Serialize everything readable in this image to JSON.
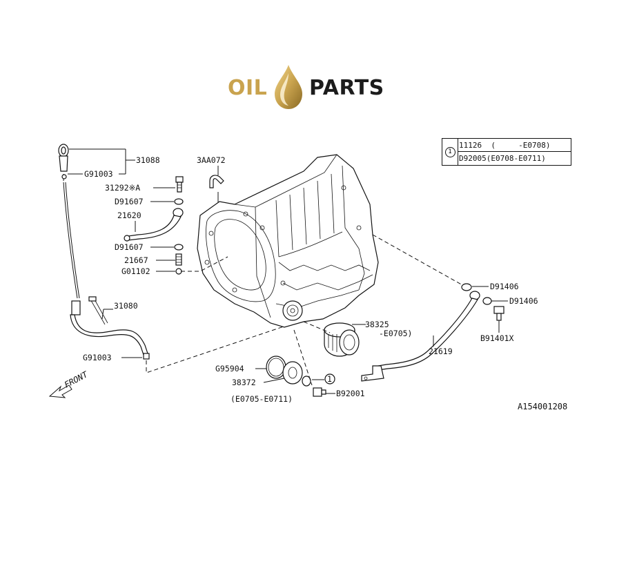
{
  "logo": {
    "word_left": "OIL",
    "word_right": "PARTS"
  },
  "colors": {
    "logo_gold": "#c9a34e",
    "logo_dark": "#1c1c1c",
    "line": "#111111"
  },
  "callouts": {
    "p31088": "31088",
    "p_g91003_top": "G91003",
    "p31292": "31292※A",
    "p_d91607_top": "D91607",
    "p21620": "21620",
    "p_d91607_bot": "D91607",
    "p21667": "21667",
    "p_g01102": "G01102",
    "p3aa072": "3AA072",
    "p31080": "31080",
    "p_g91003_bot": "G91003",
    "p38325": "38325",
    "p38325_range": "-E0705)",
    "p_g95904": "G95904",
    "p38372": "38372",
    "p38372_range": "(E0705-E0711)",
    "p_b92001": "B92001",
    "p_d91406_a": "D91406",
    "p_d91406_b": "D91406",
    "p21619": "21619",
    "p_b91401x": "B91401X",
    "circle_ref": "1"
  },
  "front_label": "FRONT",
  "ref_table": {
    "marker": "1",
    "rows": [
      "11126  (     -E0708)",
      "D92005(E0708-E0711)"
    ]
  },
  "diagram_code": "A154001208"
}
